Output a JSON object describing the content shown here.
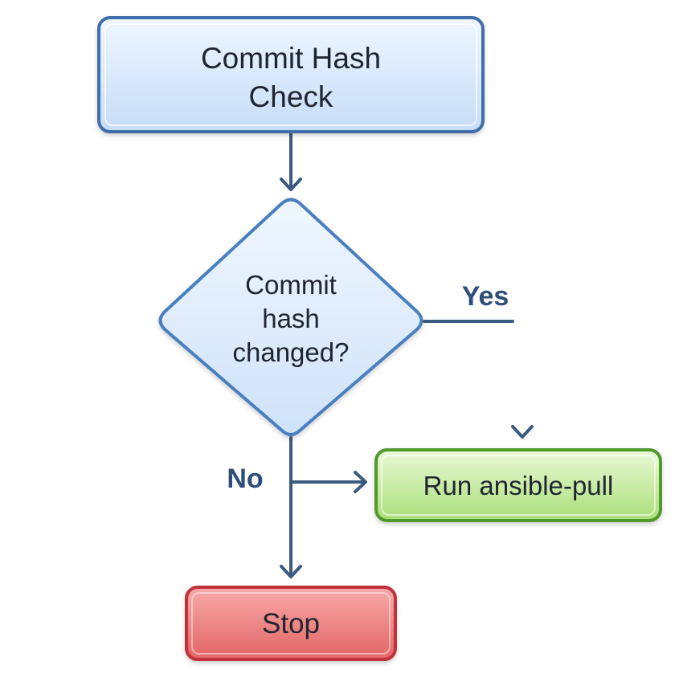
{
  "diagram": {
    "nodes": {
      "start": {
        "line1": "Commit Hash",
        "line2": "Check"
      },
      "decision": {
        "line1": "Commit",
        "line2": "hash",
        "line3": "changed?"
      },
      "action": {
        "label": "Run ansible-pull"
      },
      "stop": {
        "label": "Stop"
      }
    },
    "edges": {
      "yes_label": "Yes",
      "no_label": "No"
    }
  },
  "colors": {
    "start_border": "#3f6ea8",
    "decision_border": "#4a7fbf",
    "action_border": "#4f9a2c",
    "stop_border": "#c0313a",
    "arrow": "#3b5a80",
    "edge_label": "#2e4f7a"
  }
}
